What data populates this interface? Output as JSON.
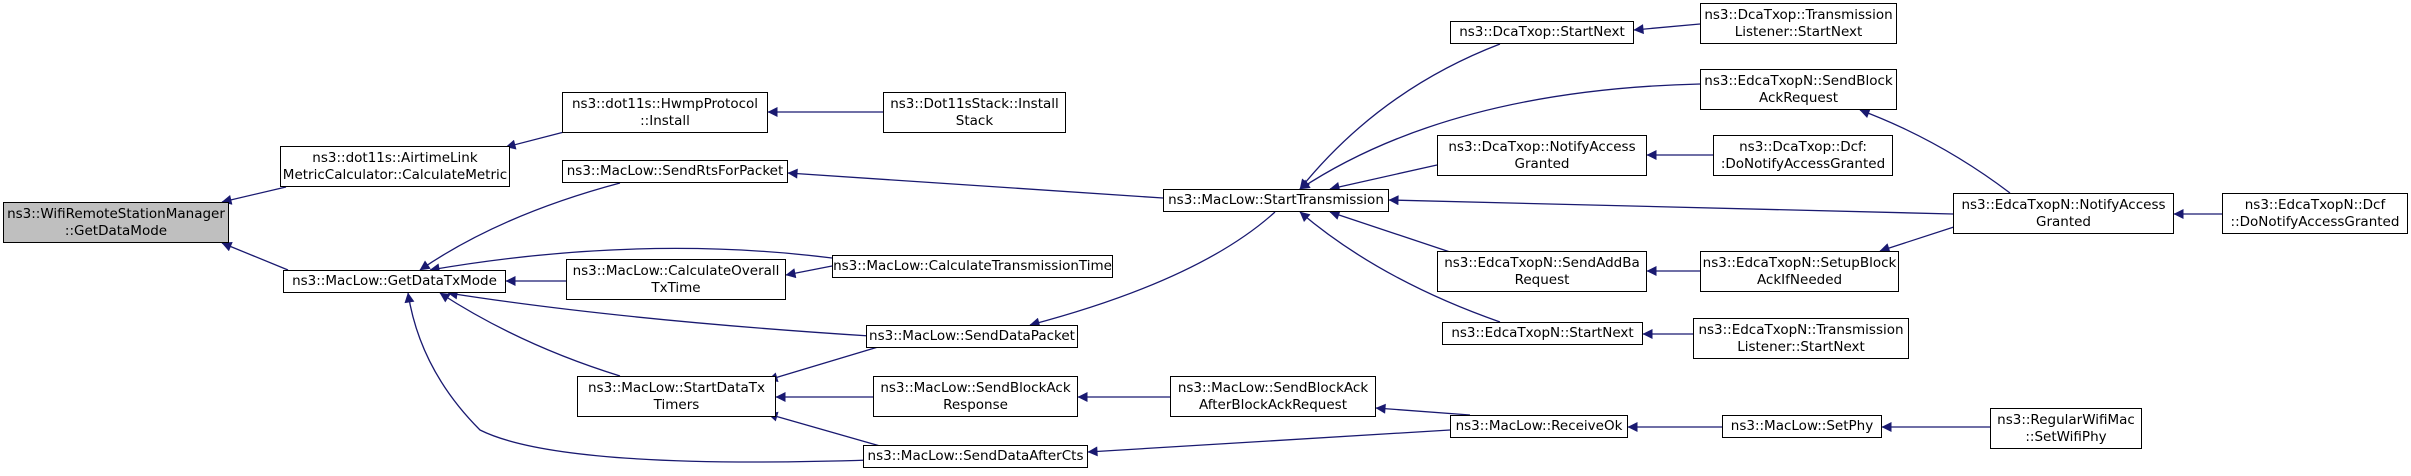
{
  "root": "ns3::WifiRemoteStationManager\n::GetDataMode",
  "nodes": {
    "n_root": "ns3::WifiRemoteStationManager\n::GetDataMode",
    "n_airtime": "ns3::dot11s::AirtimeLink\nMetricCalculator::CalculateMetric",
    "n_hwmp": "ns3::dot11s::HwmpProtocol\n::Install",
    "n_stack": "ns3::Dot11sStack::Install\nStack",
    "n_getdatatx": "ns3::MacLow::GetDataTxMode",
    "n_sendrts": "ns3::MacLow::SendRtsForPacket",
    "n_calcoverall": "ns3::MacLow::CalculateOverall\nTxTime",
    "n_calctrans": "ns3::MacLow::CalculateTransmissionTime",
    "n_startdatatx": "ns3::MacLow::StartDataTx\nTimers",
    "n_senddatapkt": "ns3::MacLow::SendDataPacket",
    "n_sendblkresp": "ns3::MacLow::SendBlockAck\nResponse",
    "n_senddatacts": "ns3::MacLow::SendDataAfterCts",
    "n_starttrans": "ns3::MacLow::StartTransmission",
    "n_sendblkafter": "ns3::MacLow::SendBlockAck\nAfterBlockAckRequest",
    "n_receiveok": "ns3::MacLow::ReceiveOk",
    "n_setphy": "ns3::MacLow::SetPhy",
    "n_regwifi": "ns3::RegularWifiMac\n::SetWifiPhy",
    "n_dcastartnext": "ns3::DcaTxop::StartNext",
    "n_dcanotify": "ns3::DcaTxop::NotifyAccess\nGranted",
    "n_edcasendadd": "ns3::EdcaTxopN::SendAddBa\nRequest",
    "n_edcastartnext": "ns3::EdcaTxopN::StartNext",
    "n_dcatranslist": "ns3::DcaTxop::Transmission\nListener::StartNext",
    "n_edcasendblk": "ns3::EdcaTxopN::SendBlock\nAckRequest",
    "n_dcadcf": "ns3::DcaTxop::Dcf:\n:DoNotifyAccessGranted",
    "n_edcasetup": "ns3::EdcaTxopN::SetupBlock\nAckIfNeeded",
    "n_edcatranslist": "ns3::EdcaTxopN::Transmission\nListener::StartNext",
    "n_edcanotify": "ns3::EdcaTxopN::NotifyAccess\nGranted",
    "n_edcadcf": "ns3::EdcaTxopN::Dcf\n::DoNotifyAccessGranted"
  },
  "colors": {
    "edge": "#191970",
    "node_border": "#000000",
    "root_fill": "#bfbfbf",
    "node_fill": "#ffffff"
  }
}
